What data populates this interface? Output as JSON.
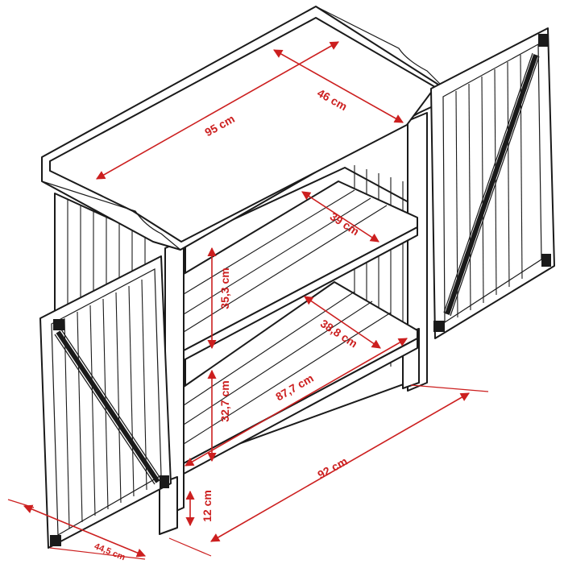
{
  "accent_color": "#cc1f1f",
  "dimensions": {
    "top_width": "95 cm",
    "top_depth": "46 cm",
    "upper_shelf_depth": "39 cm",
    "upper_shelf_height": "35,3 cm",
    "lower_shelf_depth": "38,8 cm",
    "lower_shelf_width": "87,7 cm",
    "lower_shelf_height": "32,7 cm",
    "base_width": "92 cm",
    "leg_height": "12 cm",
    "door_width": "44,5 cm"
  }
}
